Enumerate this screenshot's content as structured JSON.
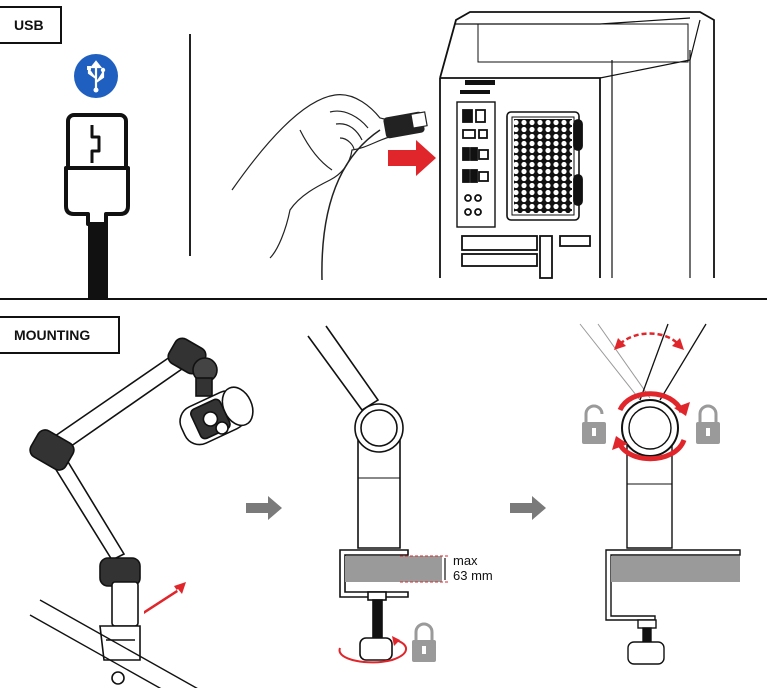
{
  "sections": {
    "usb": {
      "label": "USB"
    },
    "mounting": {
      "label": "MOUNTING"
    }
  },
  "clamp_spec": {
    "line1": "max",
    "line2": "63 mm"
  },
  "colors": {
    "accent_red": "#e0252b",
    "usb_blue": "#1f5fbf",
    "arrow_gray": "#7a7a7a",
    "lock_gray": "#9a9a9a",
    "desk_gray": "#9a9a9a"
  },
  "icons": [
    "usb-icon",
    "lock-icon",
    "unlock-icon",
    "arrow-right-icon",
    "rotate-arrow-icon"
  ]
}
